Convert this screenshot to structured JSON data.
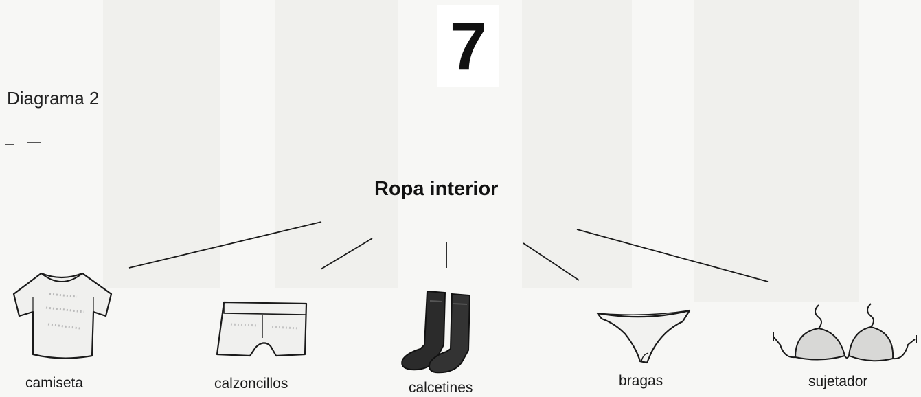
{
  "page_number": "7",
  "diagram_label": "Diagrama 2",
  "center_node": "Ropa interior",
  "items": [
    {
      "label": "camiseta",
      "icon": "tshirt-icon"
    },
    {
      "label": "calzoncillos",
      "icon": "briefs-icon"
    },
    {
      "label": "calcetines",
      "icon": "socks-icon"
    },
    {
      "label": "bragas",
      "icon": "panties-icon"
    },
    {
      "label": "sujetador",
      "icon": "bra-icon"
    }
  ],
  "colors": {
    "background": "#f7f7f5",
    "ink": "#1a1a1a"
  }
}
